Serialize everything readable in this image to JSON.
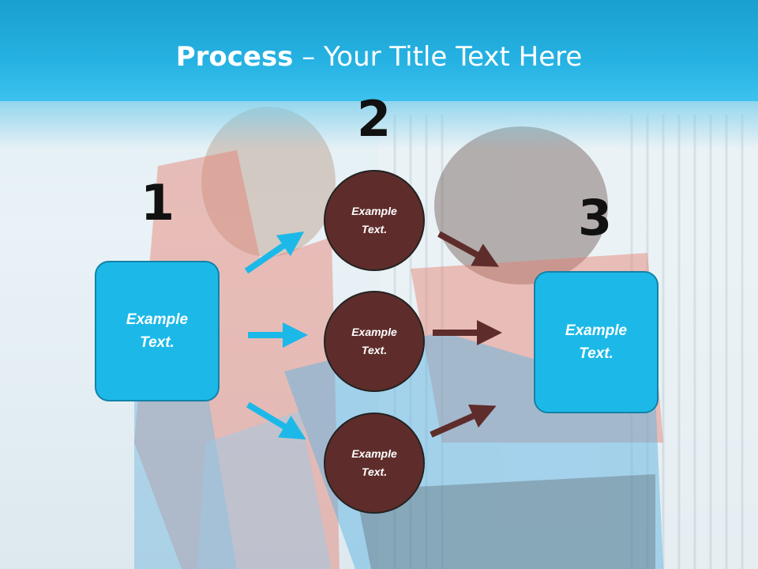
{
  "header": {
    "title_bold": "Process",
    "title_rest": " – Your Title Text Here"
  },
  "steps": {
    "one": "1",
    "two": "2",
    "three": "3"
  },
  "left_box": {
    "text_line1": "Example",
    "text_line2": "Text."
  },
  "right_box": {
    "text_line1": "Example",
    "text_line2": "Text."
  },
  "circles": [
    {
      "line1": "Example",
      "line2": "Text."
    },
    {
      "line1": "Example",
      "line2": "Text."
    },
    {
      "line1": "Example",
      "line2": "Text."
    }
  ],
  "colors": {
    "header": "#25b2e2",
    "box_fill": "#1cb9e8",
    "circle_fill": "#5e2d2b",
    "left_arrow": "#1cb9e8",
    "right_arrow": "#5e2d2b"
  }
}
